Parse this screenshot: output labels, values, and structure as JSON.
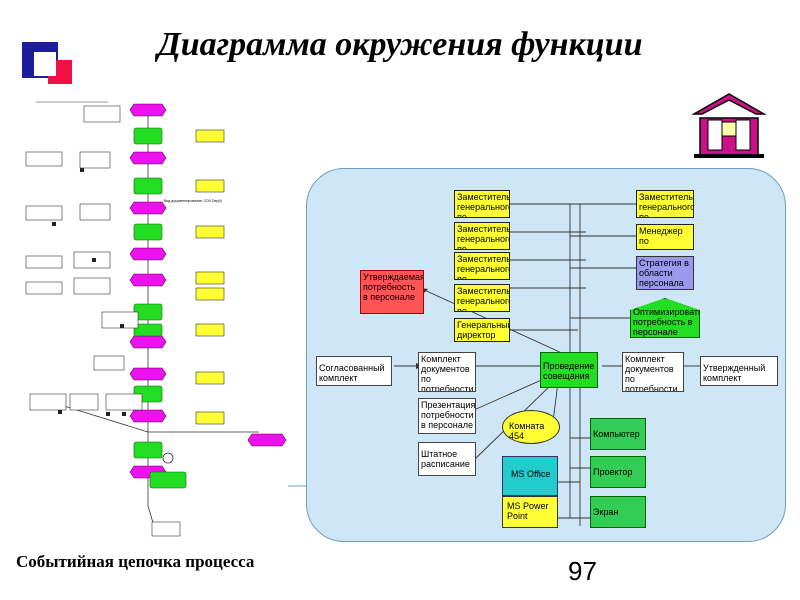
{
  "header": {
    "title": "Диаграмма окружения функции"
  },
  "footer": {
    "caption": "Событийная цепочка процесса",
    "page_number": "97"
  },
  "colors": {
    "panel_fill": "#cfe6f6",
    "role_yellow": "#ffff33",
    "function_green": "#22dd22",
    "event_magenta": "#ee11ee",
    "deco_navy": "#1c1c9c",
    "deco_red": "#ee1144",
    "house_magenta": "#cc1188"
  },
  "icons": {
    "house": "house-icon",
    "deco": "slide-decoration"
  },
  "thumbnail": {
    "description_none": "",
    "caption": "Вид документирование: ZOX Dep(t)"
  },
  "diagram": {
    "roles": [
      "Заместитель генерального по ...",
      "Заместитель генерального по финансам",
      "Заместитель генерального по ...",
      "Заместитель генерального по развитию",
      "Генеральный директор"
    ],
    "right_roles": [
      "Заместитель генерального по ...",
      "Менеджер по персоналу"
    ],
    "strategy": "Стратегия в области персонала",
    "goal": "Оптимизировать потребность в персонале",
    "event_out": "Утверждаемая потребность в персонале",
    "function": "Проведение совещания",
    "docs_left": [
      "Согласованный комплект",
      "Комплект документов по потребности в персонале",
      "Презентация потребности в персонале",
      "Штатное расписание"
    ],
    "docs_right": [
      "Комплект документов по потребности в персонале",
      "Утвержденный комплект"
    ],
    "room": "Комната 454",
    "software": [
      "MS Office",
      "MS Power Point"
    ],
    "hardware": [
      "Компьютер",
      "Проектор",
      "Экран"
    ]
  }
}
